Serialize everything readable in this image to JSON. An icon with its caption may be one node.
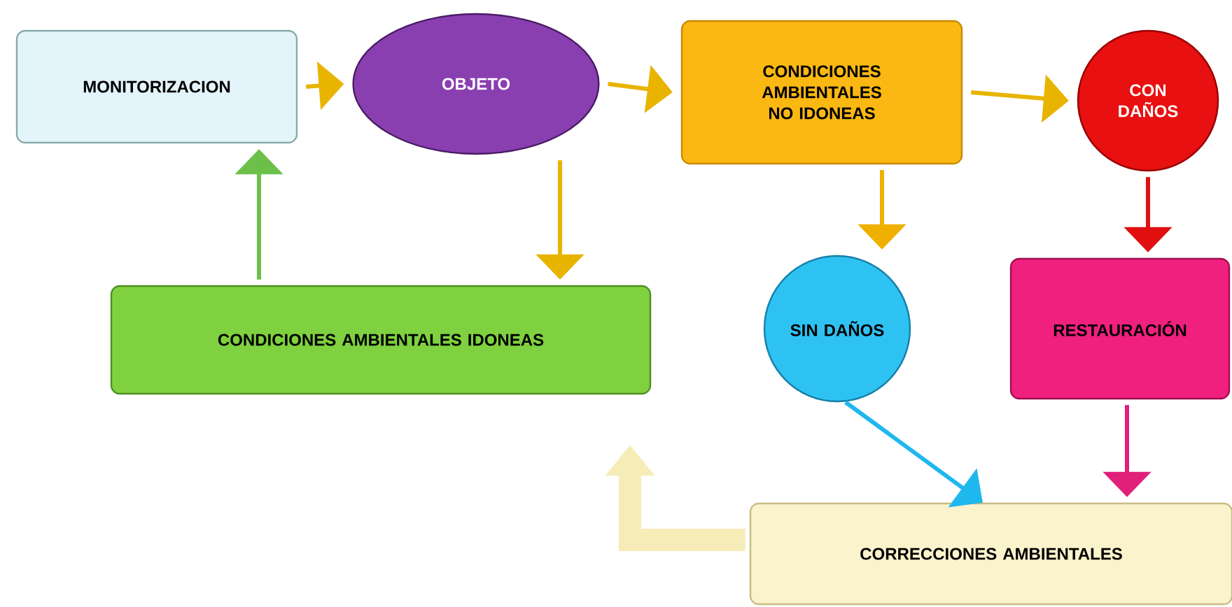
{
  "diagram": {
    "nodes": [
      {
        "text": [
          "MONITORIZACION"
        ]
      },
      {
        "text": [
          "OBJETO"
        ]
      },
      {
        "text": [
          "CONDICIONES AMBIENTALES NO IDONEAS"
        ]
      },
      {
        "text": [
          "CON DAÑOS"
        ]
      },
      {
        "text": [
          "CONDICIONES  AMBIENTALES  IDONEAS"
        ]
      },
      {
        "text": [
          "SIN DAÑOS"
        ]
      },
      {
        "text": [
          "RESTAURACIÓN"
        ]
      },
      {
        "text": [
          "CORRECCIONES AMBIENTALES"
        ]
      }
    ],
    "edges": [
      {
        "from": 0,
        "to": 1,
        "arrow": "to",
        "color": "#e8b400"
      },
      {
        "from": 1,
        "to": 2,
        "arrow": "to",
        "color": "#e8b400"
      },
      {
        "from": 2,
        "to": 3,
        "arrow": "to",
        "color": "#e8b400"
      },
      {
        "from": 1,
        "to": 4,
        "arrow": "to",
        "color": "#e8b400"
      },
      {
        "from": 4,
        "to": 0,
        "arrow": "to",
        "color": "#6cc04a"
      },
      {
        "from": 2,
        "to": 5,
        "arrow": "to",
        "color": "#f0b000"
      },
      {
        "from": 3,
        "to": 6,
        "arrow": "to",
        "color": "#e01010"
      },
      {
        "from": 5,
        "to": 7,
        "arrow": "to",
        "color": "#1fb8ee"
      },
      {
        "from": 6,
        "to": 7,
        "arrow": "to",
        "color": "#e0207a"
      },
      {
        "from": 7,
        "to": 4,
        "arrow": "to",
        "color": "#f6ecb8",
        "style": "thick"
      }
    ]
  }
}
